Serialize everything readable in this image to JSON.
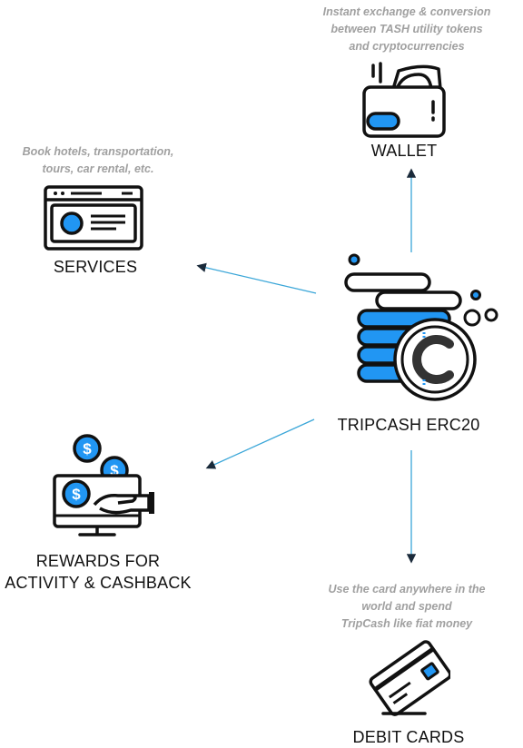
{
  "wallet": {
    "label": "WALLET",
    "description": [
      "Instant exchange & conversion",
      "between TASH utility tokens",
      "and cryptocurrencies"
    ],
    "icon": "wallet-icon"
  },
  "services": {
    "label": "SERVICES",
    "description": [
      "Book hotels, transportation,",
      "tours, car rental, etc."
    ],
    "icon": "browser-window-icon"
  },
  "center": {
    "label": "TRIPCASH ERC20",
    "icon": "coin-stack-icon"
  },
  "rewards": {
    "label_lines": [
      "REWARDS FOR",
      "ACTIVITY & CASHBACK"
    ],
    "icon": "monitor-dollar-hand-icon"
  },
  "debit": {
    "label": "DEBIT CARDS",
    "description": [
      "Use the card anywhere in the",
      "world and spend",
      "TripCash like fiat money"
    ],
    "icon": "credit-card-icon"
  },
  "colors": {
    "accent": "#2196f3",
    "arrow": "#3aa6d8",
    "stroke": "#111111",
    "muted": "#a0a0a0"
  }
}
